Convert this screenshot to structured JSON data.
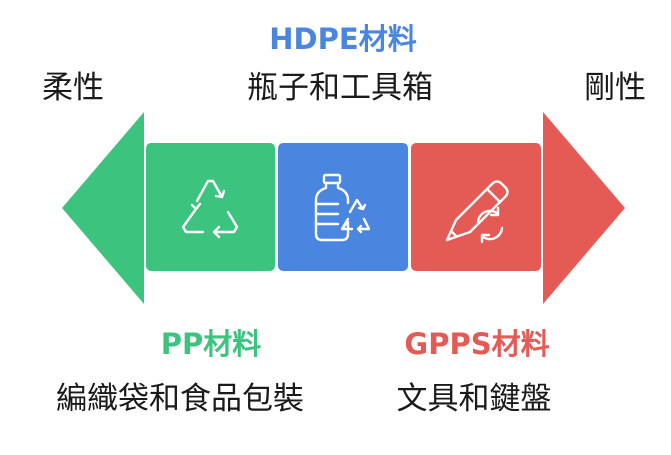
{
  "colors": {
    "green": "#3cc47f",
    "blue": "#4a86e0",
    "red": "#e45a55",
    "text": "#1a1a1a"
  },
  "axis": {
    "left_label": "柔性",
    "right_label": "剛性"
  },
  "materials": {
    "hdpe": {
      "title": "HDPE材料",
      "description": "瓶子和工具箱",
      "icon": "bottle-recycle-icon"
    },
    "pp": {
      "title": "PP材料",
      "description": "編織袋和食品包裝",
      "icon": "recycle-icon"
    },
    "gpps": {
      "title": "GPPS材料",
      "description": "文具和鍵盤",
      "icon": "pencil-recycle-icon"
    }
  }
}
